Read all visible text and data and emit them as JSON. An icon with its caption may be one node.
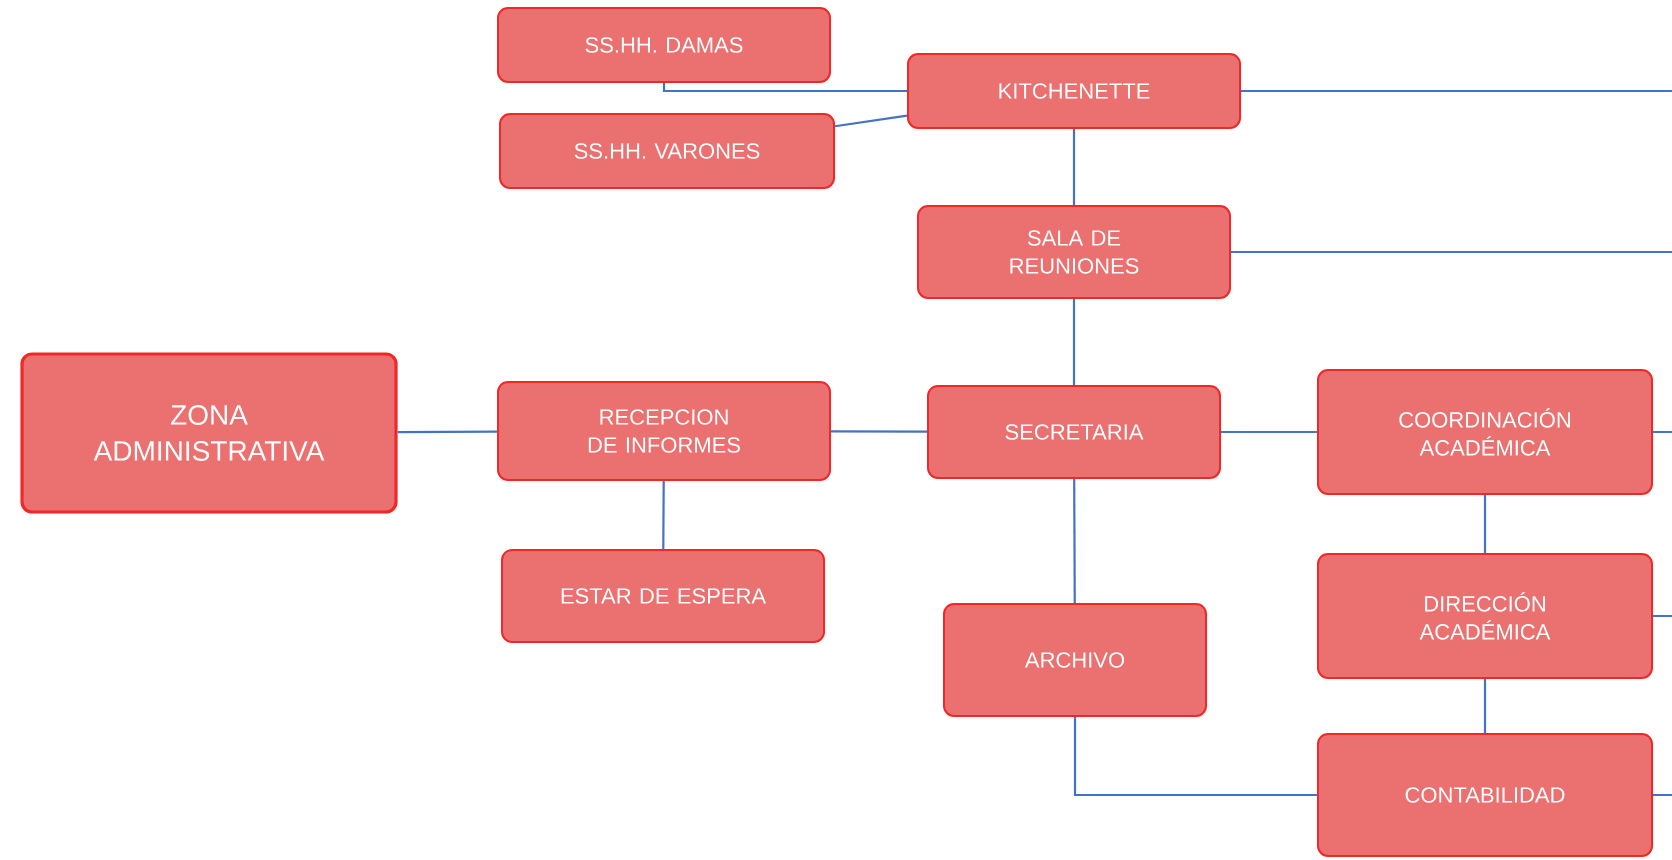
{
  "diagram": {
    "nodes": [
      {
        "text": [
          "ZONA ADMINISTRATIVA"
        ]
      },
      {
        "text": [
          "SS.HH. DAMAS"
        ]
      },
      {
        "text": [
          "SS.HH. VARONES"
        ]
      },
      {
        "text": [
          "KITCHENETTE"
        ]
      },
      {
        "text": [
          "SALA DE REUNIONES"
        ]
      },
      {
        "text": [
          "RECEPCION DE INFORMES"
        ]
      },
      {
        "text": [
          "SECRETARIA"
        ]
      },
      {
        "text": [
          "COORDINACIÓN ACADÉMICA"
        ]
      },
      {
        "text": [
          "ESTAR DE ESPERA"
        ]
      },
      {
        "text": [
          "DIRECCIÓN ACADÉMICA"
        ]
      },
      {
        "text": [
          "ARCHIVO"
        ]
      },
      {
        "text": [
          "CONTABILIDAD"
        ]
      }
    ],
    "edges": [
      {
        "from": 1,
        "to": 3,
        "arrow": "none"
      },
      {
        "from": 2,
        "to": 3,
        "arrow": "none"
      },
      {
        "from": 3,
        "to": 4,
        "arrow": "none"
      },
      {
        "from": 4,
        "to": 6,
        "arrow": "none"
      },
      {
        "from": 0,
        "to": 5,
        "arrow": "none"
      },
      {
        "from": 5,
        "to": 6,
        "arrow": "none"
      },
      {
        "from": 5,
        "to": 8,
        "arrow": "none"
      },
      {
        "from": 6,
        "to": 7,
        "arrow": "none"
      },
      {
        "from": 6,
        "to": 10,
        "arrow": "none"
      },
      {
        "from": 7,
        "to": 9,
        "arrow": "none"
      },
      {
        "from": 9,
        "to": 11,
        "arrow": "none"
      },
      {
        "from": 10,
        "to": 11,
        "arrow": "none"
      },
      {
        "from": 3,
        "to": null,
        "arrow": "none"
      },
      {
        "from": 4,
        "to": null,
        "arrow": "none"
      },
      {
        "from": 7,
        "to": null,
        "arrow": "none"
      },
      {
        "from": 9,
        "to": null,
        "arrow": "none"
      },
      {
        "from": 11,
        "to": null,
        "arrow": "none"
      }
    ]
  }
}
